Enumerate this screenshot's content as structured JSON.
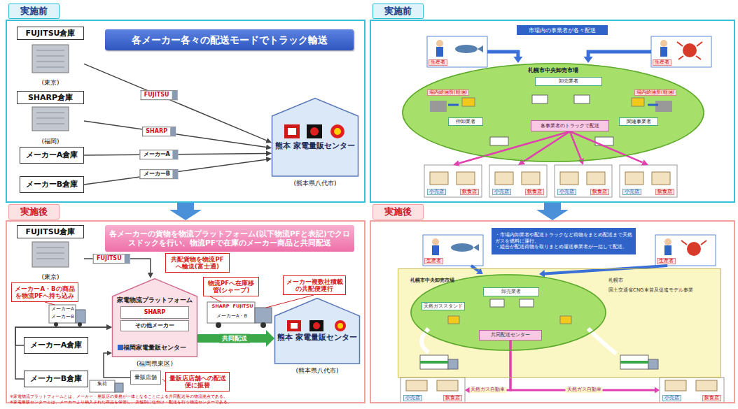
{
  "diagram": {
    "nodes": [
      {
        "text": [
          "実施前"
        ]
      },
      {
        "text": [
          "各メーカー各々の配送モードでトラック輸送"
        ],
        "in": 0
      },
      {
        "text": [
          "FUJITSU倉庫",
          "(東京)"
        ],
        "in": 0
      },
      {
        "text": [
          "SHARP倉庫",
          "(福岡)"
        ],
        "in": 0
      },
      {
        "text": [
          "メーカーA倉庫"
        ],
        "in": 0
      },
      {
        "text": [
          "メーカーB倉庫"
        ],
        "in": 0
      },
      {
        "text": [
          "熊本 家電量販センター",
          "(熊本県八代市)"
        ],
        "in": 0
      },
      {
        "text": [
          "実施後"
        ]
      },
      {
        "text": [
          "各メーカーの貨物を物流プラットフォーム(以下物流PFと表記)でクロスドックを行い、物流PFで在庫のメーカー商品と共同配送"
        ],
        "in": 7
      },
      {
        "text": [
          "FUJITSU倉庫",
          "(東京)"
        ],
        "in": 7
      },
      {
        "text": [
          "共配貨物を物流PFへ輸送(富士通)"
        ],
        "in": 7
      },
      {
        "text": [
          "メーカーA・Bの商品を物流PFへ持ち込み"
        ],
        "in": 7
      },
      {
        "text": [
          "物流PFへ在庫移管(シャープ)"
        ],
        "in": 7
      },
      {
        "text": [
          "メーカー複数社積載の共配便運行"
        ],
        "in": 7
      },
      {
        "text": [
          "家電物流プラットフォーム",
          "福岡家電量販センター",
          "(福岡県東区)"
        ],
        "in": 7
      },
      {
        "text": [
          "SHARP"
        ],
        "in": 14
      },
      {
        "text": [
          "その他メーカー"
        ],
        "in": 14
      },
      {
        "text": [
          "熊本 家電量販センター",
          "(熊本県八代市)"
        ],
        "in": 7
      },
      {
        "text": [
          "メーカーA倉庫"
        ],
        "in": 7
      },
      {
        "text": [
          "メーカーB倉庫"
        ],
        "in": 7
      },
      {
        "text": [
          "量販店舗"
        ],
        "in": 7
      },
      {
        "text": [
          "量販店店舗への配送便に振替"
        ],
        "in": 7
      },
      {
        "text": [
          "実施前"
        ]
      },
      {
        "text": [
          "市場内の事業者が各々配送"
        ],
        "in": 22
      },
      {
        "text": [
          "生産者"
        ],
        "in": 22
      },
      {
        "text": [
          "生産者"
        ],
        "in": 22
      },
      {
        "text": [
          "札幌市中央卸売市場"
        ],
        "in": 22
      },
      {
        "text": [
          "卸売業者"
        ],
        "in": 26
      },
      {
        "text": [
          "仲卸業者"
        ],
        "in": 26
      },
      {
        "text": [
          "関連事業者"
        ],
        "in": 26
      },
      {
        "text": [
          "各事業者のトラックで配送"
        ],
        "in": 26
      },
      {
        "text": [
          "場内給油所(軽油)"
        ],
        "in": 26
      },
      {
        "text": [
          "場内給油所(軽油)"
        ],
        "in": 26
      },
      {
        "text": [
          "小売店",
          "飲食店"
        ],
        "in": 22
      },
      {
        "text": [
          "小売店",
          "飲食店"
        ],
        "in": 22
      },
      {
        "text": [
          "小売店",
          "飲食店"
        ],
        "in": 22
      },
      {
        "text": [
          "小売店",
          "飲食店"
        ],
        "in": 22
      },
      {
        "text": [
          "実施後"
        ]
      },
      {
        "text": [
          "・市場内卸業者や配送トラックなど荷物をまとめ配送まで天然ガスを燃料に運行。",
          "・組合が配送荷物を取りまとめ運送事業者が一括して配送。"
        ],
        "in": 37
      },
      {
        "text": [
          "生産者"
        ],
        "in": 37
      },
      {
        "text": [
          "生産者"
        ],
        "in": 37
      },
      {
        "text": [
          "札幌市",
          "国土交通省CNG車普及促進モデル事業"
        ],
        "in": 37
      },
      {
        "text": [
          "札幌市中央卸売市場"
        ],
        "in": 41
      },
      {
        "text": [
          "卸売業者"
        ],
        "in": 42
      },
      {
        "text": [
          "天然ガススタンド"
        ],
        "in": 42
      },
      {
        "text": [
          "共同配送センター"
        ],
        "in": 42
      },
      {
        "text": [
          "小売店",
          "飲食店"
        ],
        "in": 37
      },
      {
        "text": [
          "小売店",
          "飲食店"
        ],
        "in": 37
      }
    ],
    "edges": [
      {
        "from": 2,
        "to": 6,
        "arrow": "to",
        "label": "FUJITSU"
      },
      {
        "from": 3,
        "to": 6,
        "arrow": "to",
        "label": "SHARP"
      },
      {
        "from": 4,
        "to": 6,
        "arrow": "to",
        "label": "メーカーA"
      },
      {
        "from": 5,
        "to": 6,
        "arrow": "to",
        "label": "メーカーB"
      },
      {
        "from": 0,
        "to": 7,
        "arrow": "to"
      },
      {
        "from": 9,
        "to": 14,
        "arrow": "to",
        "label": "FUJITSU"
      },
      {
        "from": 18,
        "to": 14,
        "arrow": "to"
      },
      {
        "from": 19,
        "to": 14,
        "arrow": "to"
      },
      {
        "from": 20,
        "to": 14,
        "arrow": "to"
      },
      {
        "from": 14,
        "to": 17,
        "arrow": "to",
        "label": "共同配送"
      },
      {
        "from": 22,
        "to": 37,
        "arrow": "to"
      },
      {
        "from": 24,
        "to": 26,
        "arrow": "to"
      },
      {
        "from": 25,
        "to": 26,
        "arrow": "to"
      },
      {
        "from": 30,
        "to": 33,
        "arrow": "to"
      },
      {
        "from": 30,
        "to": 34,
        "arrow": "to"
      },
      {
        "from": 30,
        "to": 35,
        "arrow": "to"
      },
      {
        "from": 30,
        "to": 36,
        "arrow": "to"
      },
      {
        "from": 39,
        "to": 42,
        "arrow": "to"
      },
      {
        "from": 40,
        "to": 42,
        "arrow": "to"
      },
      {
        "from": 45,
        "to": 46,
        "arrow": "to",
        "label": "天然ガス自動車"
      },
      {
        "from": 45,
        "to": 47,
        "arrow": "to",
        "label": "天然ガス自動車"
      }
    ],
    "labels": [
      "SHARP",
      "FUJITSU",
      "メーカーA・B",
      "メーカーA",
      "メーカーB",
      "集荷",
      "※家電物流プラットフォームとは、メーカー・量販店の業務が一体となることによる共同配送等の物流拠点である。",
      "※家電量販センターとは、メーカーより納入された商品を保管し、店舗別に仕分け・配送を行う物流センターである。"
    ]
  }
}
